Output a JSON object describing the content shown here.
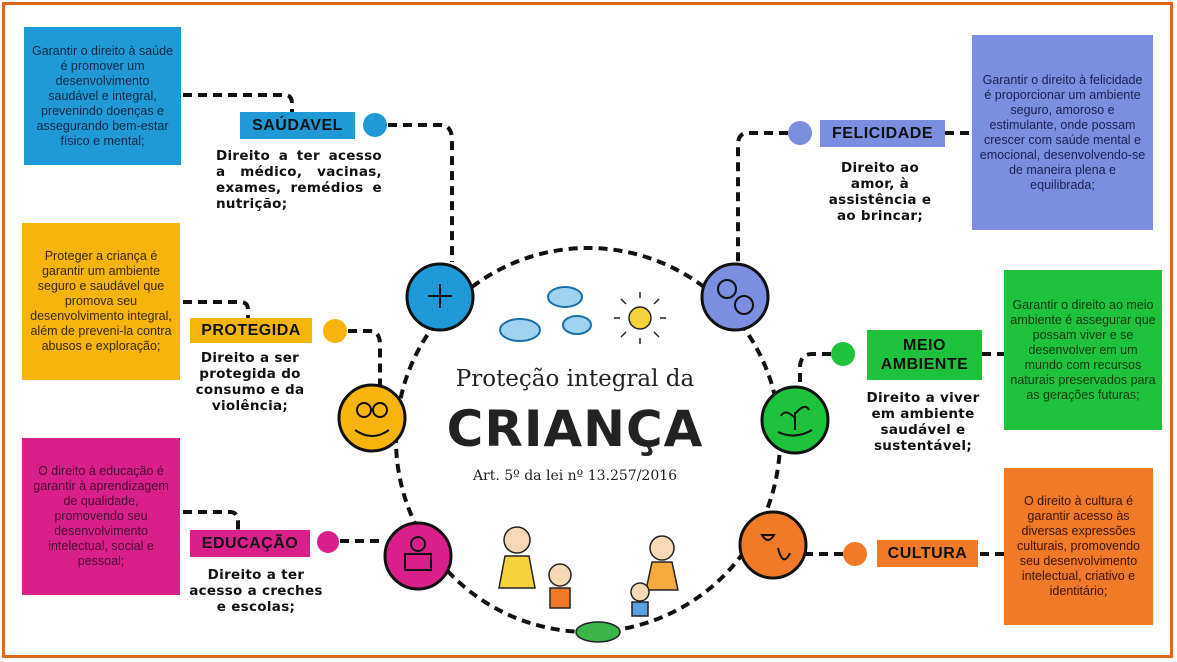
{
  "title": {
    "line1": "Proteção integral da",
    "line2": "CRIANÇA",
    "subtitle": "Art. 5º da lei nº 13.257/2016"
  },
  "rights": {
    "saudavel": {
      "label": "SAÚDAVEL",
      "description": "Direito a ter acesso a médico, vacinas, exames, remédios e nutrição;",
      "detail": "Garantir o direito à saúde é promover um desenvolvimento saudável e integral, prevenindo doenças e assegurando bem-estar físico e mental;",
      "color": "#1f9ad6"
    },
    "protegida": {
      "label": "PROTEGIDA",
      "description": "Direito a ser protegida do consumo e da violência;",
      "detail": "Proteger a criança é garantir um ambiente seguro e saudável que promova seu desenvolvimento integral, além de preveni-la contra abusos e exploração;",
      "color": "#f6b40c"
    },
    "educacao": {
      "label": "EDUCAÇÃO",
      "description": "Direito a ter acesso a creches e escolas;",
      "detail": "O direito à educação é garantir à aprendizagem de qualidade, promovendo seu desenvolvimento intelectual, social e pessoal;",
      "color": "#d81f8a"
    },
    "felicidade": {
      "label": "FELICIDADE",
      "description": "Direito ao amor, à assistência e ao brincar;",
      "detail": "Garantir o direito à felicidade é proporcionar um ambiente seguro, amoroso e estimulante, onde possam crescer com saúde mental e emocional, desenvolvendo-se de maneira plena e equilibrada;",
      "color": "#7b8ee0"
    },
    "meio_ambiente": {
      "label": "MEIO AMBIENTE",
      "description": "Direito a viver em ambiente saudável e sustentável;",
      "detail": "Garantir o direito ao meio ambiente é assegurar que possam viver e se desenvolver em um mundo com recursos naturais preservados para as gerações futuras;",
      "color": "#1ec23c"
    },
    "cultura": {
      "label": "CULTURA",
      "detail": "O direito à cultura é garantir acesso às diversas expressões culturais, promovendo seu desenvolvimento intelectual, criativo e identitário;",
      "color": "#f07a28"
    }
  }
}
